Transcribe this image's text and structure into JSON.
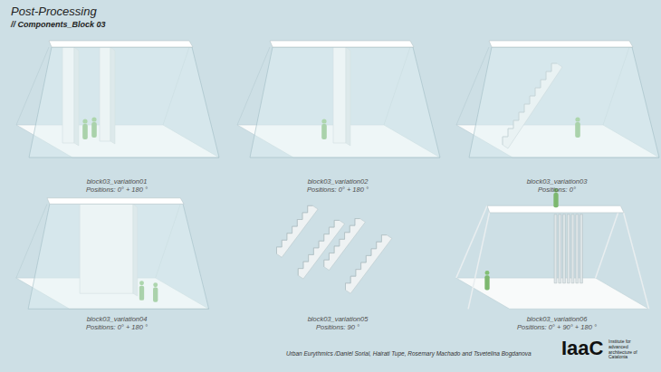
{
  "diagram": {
    "title": "Post-Processing",
    "labels": [
      "// Components_Block 03",
      "block03_variation01",
      "Positions: 0° + 180 °",
      "block03_variation02",
      "Positions: 0° + 180 °",
      "block03_variation03",
      "Positions: 0°",
      "block03_variation04",
      "Positions: 0° + 180 °",
      "block03_variation05",
      "Positions: 90 °",
      "block03_variation06",
      "Positions: 0° + 90° + 180 °",
      "Urban Eurythmics /Daniel Sorial, Hairati Tupe, Rosemary Machado and Tsvetelina Bogdanova",
      "IaaC",
      "Institute for advanced architecture of Catalonia"
    ]
  }
}
